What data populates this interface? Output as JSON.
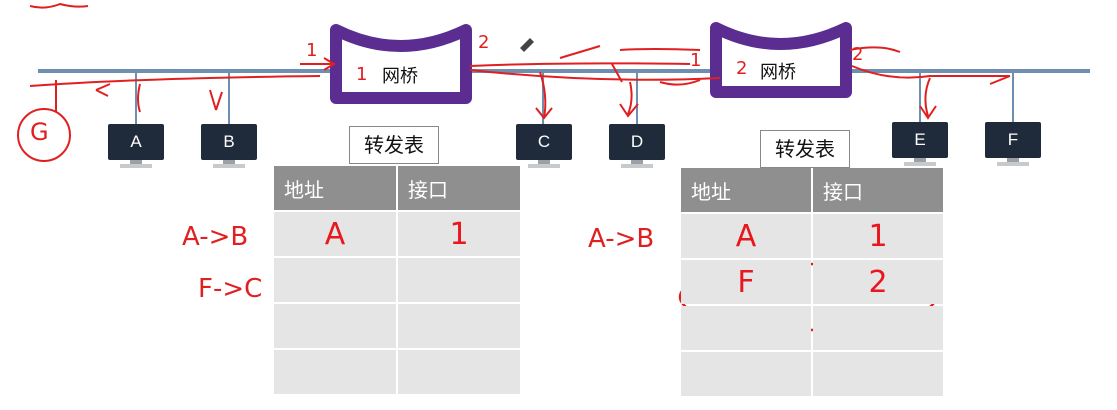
{
  "bridges": [
    {
      "label": "网桥",
      "port_left": "1",
      "port_right": "2",
      "mark": "1"
    },
    {
      "label": "网桥",
      "port_left": "1",
      "port_right": "2",
      "mark": "2"
    }
  ],
  "hosts": [
    "A",
    "B",
    "C",
    "D",
    "E",
    "F",
    "G"
  ],
  "tables": [
    {
      "title": "转发表",
      "headers": [
        "地址",
        "接口"
      ],
      "rows": [
        [
          "A",
          "1"
        ],
        [
          "",
          ""
        ],
        [
          "",
          ""
        ],
        [
          "",
          ""
        ]
      ],
      "annotations": [
        "A->B",
        "F->C"
      ]
    },
    {
      "title": "转发表",
      "headers": [
        "地址",
        "接口"
      ],
      "rows": [
        [
          "A",
          "1"
        ],
        [
          "F",
          "2"
        ],
        [
          "",
          ""
        ],
        [
          "",
          ""
        ]
      ],
      "annotations": [
        "A->B"
      ]
    }
  ],
  "colors": {
    "bus": "#6e8fb0",
    "bridge": "#5b2d91",
    "ink": "#e02020",
    "header": "#8f8f8f",
    "cell": "#e5e5e5"
  }
}
